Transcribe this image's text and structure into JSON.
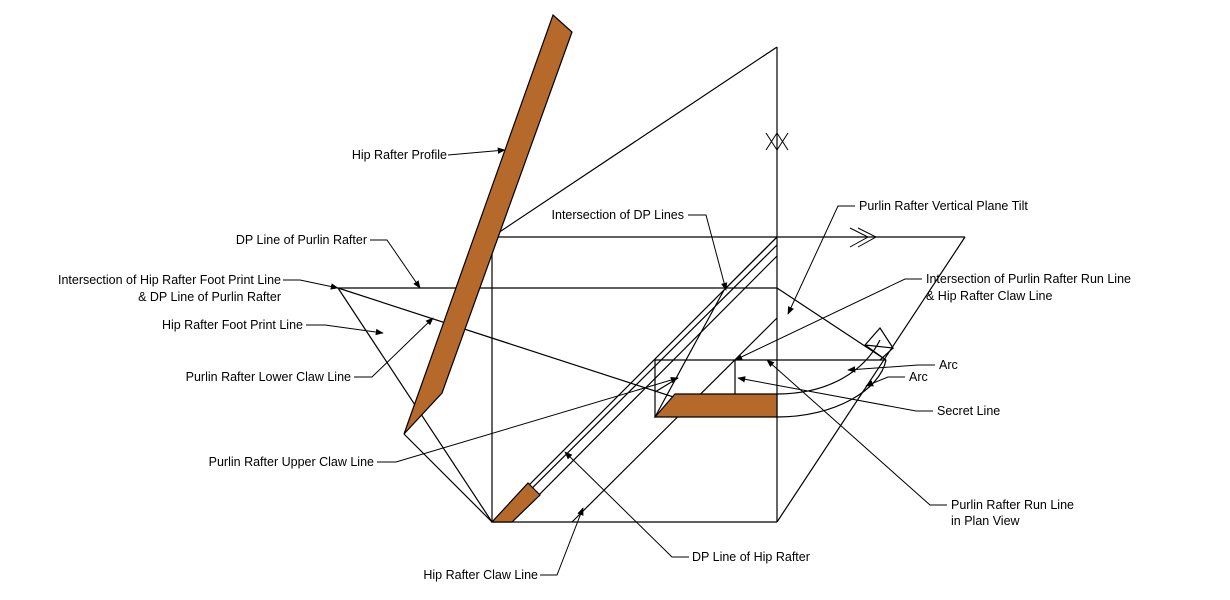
{
  "colors": {
    "wood": "#b5692a",
    "line": "#000000",
    "background": "#ffffff"
  },
  "labels": {
    "hip_rafter_profile": "Hip Rafter Profile",
    "dp_line_purlin": "DP Line of Purlin Rafter",
    "intersection_foot_1": "Intersection of Hip Rafter Foot Print Line",
    "intersection_foot_2": "& DP Line of Purlin Rafter",
    "hip_foot_print": "Hip Rafter Foot Print Line",
    "purlin_lower_claw": "Purlin Rafter Lower Claw Line",
    "purlin_upper_claw": "Purlin Rafter Upper Claw Line",
    "hip_claw": "Hip Rafter Claw Line",
    "dp_line_hip": "DP Line of Hip Rafter",
    "intersection_dp": "Intersection of DP Lines",
    "vertical_plane_tilt": "Purlin Rafter Vertical Plane Tilt",
    "intersection_run_1": "Intersection of Purlin Rafter Run Line",
    "intersection_run_2": "& Hip Rafter Claw Line",
    "arc_1": "Arc",
    "arc_2": "Arc",
    "secret_line": "Secret Line",
    "run_plan_1": "Purlin Rafter Run Line",
    "run_plan_2": "in Plan View"
  }
}
